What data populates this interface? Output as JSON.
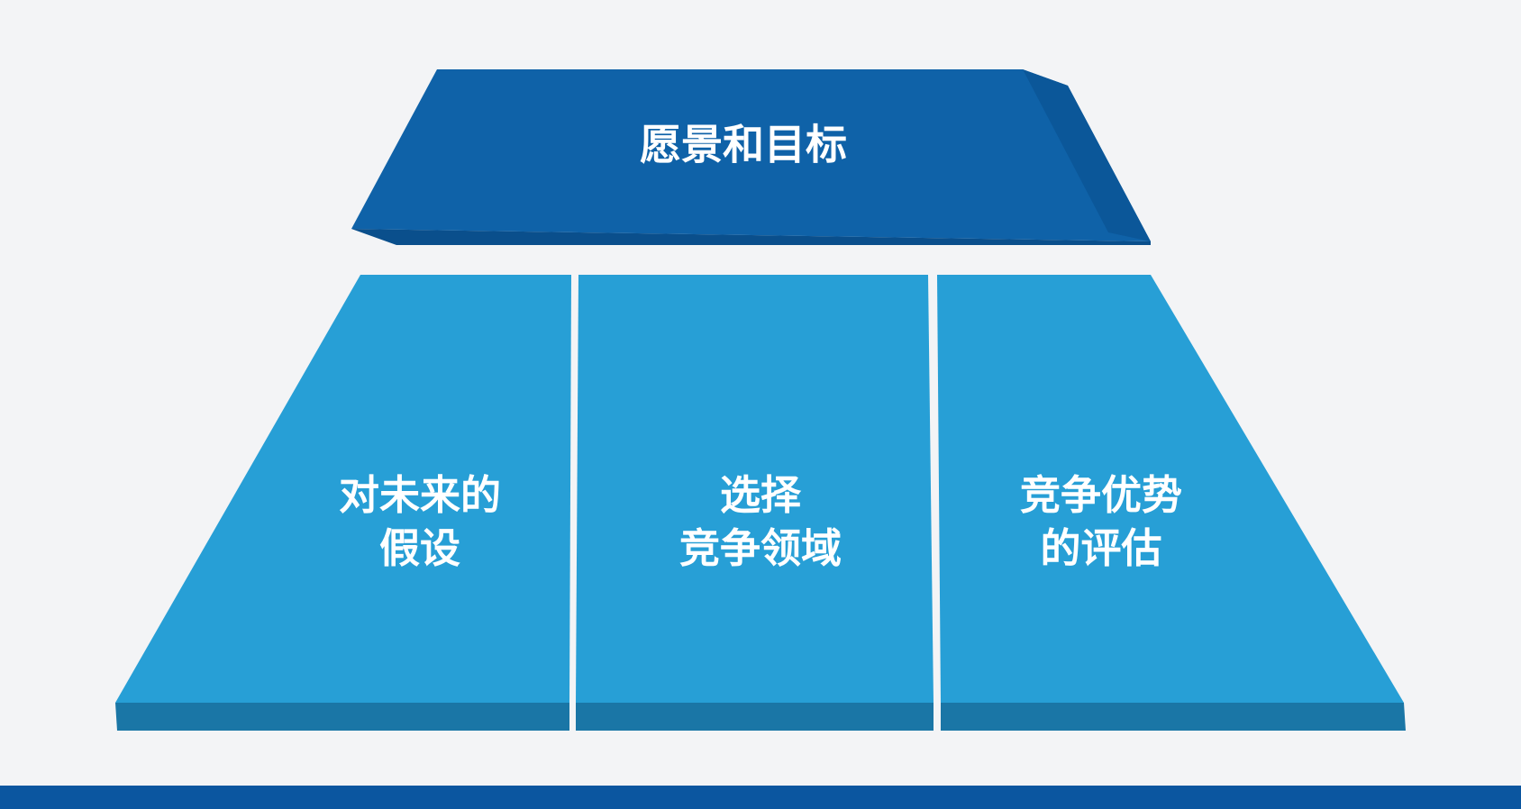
{
  "top_block": {
    "label": "愿景和目标"
  },
  "pillars": [
    {
      "line1": "对未来的",
      "line2": "假设"
    },
    {
      "line1": "选择",
      "line2": "竞争领域"
    },
    {
      "line1": "竞争优势",
      "line2": "的评估"
    }
  ],
  "colors": {
    "background": "#f3f4f6",
    "top_face": "#0f62a8",
    "top_edge": "#0a4f8c",
    "pillar_face": "#279fd6",
    "pillar_edge": "#1a76a6",
    "bottom_bar": "#0b56a0",
    "text": "#ffffff"
  }
}
